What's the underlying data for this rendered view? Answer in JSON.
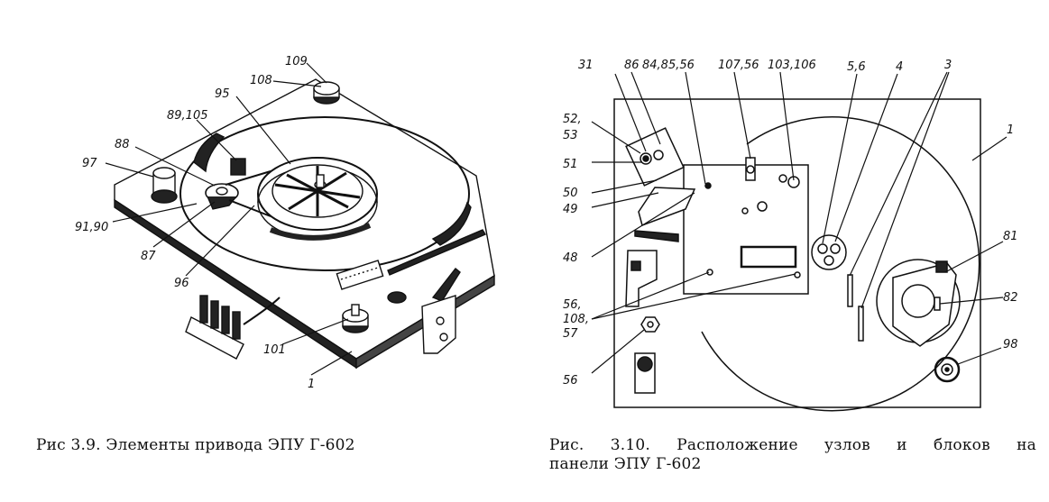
{
  "figures": [
    {
      "caption": "Рис 3.9. Элементы привода ЭПУ Г-602",
      "callouts": [
        "109",
        "108",
        "95",
        "89,105",
        "88",
        "97",
        "91,90",
        "87",
        "96",
        "101",
        "1"
      ]
    },
    {
      "caption_line1": "Рис.  3.10.  Расположение  узлов  и  блоков  на",
      "caption_line2": "панели ЭПУ Г-602",
      "callouts": [
        "31",
        "86",
        "84,85,56",
        "107,56",
        "103,106",
        "5,6",
        "4",
        "3",
        "52,",
        "53",
        "51",
        "50",
        "49",
        "48",
        "1",
        "81",
        "82",
        "56,",
        "108,",
        "57",
        "56",
        "98"
      ]
    }
  ]
}
